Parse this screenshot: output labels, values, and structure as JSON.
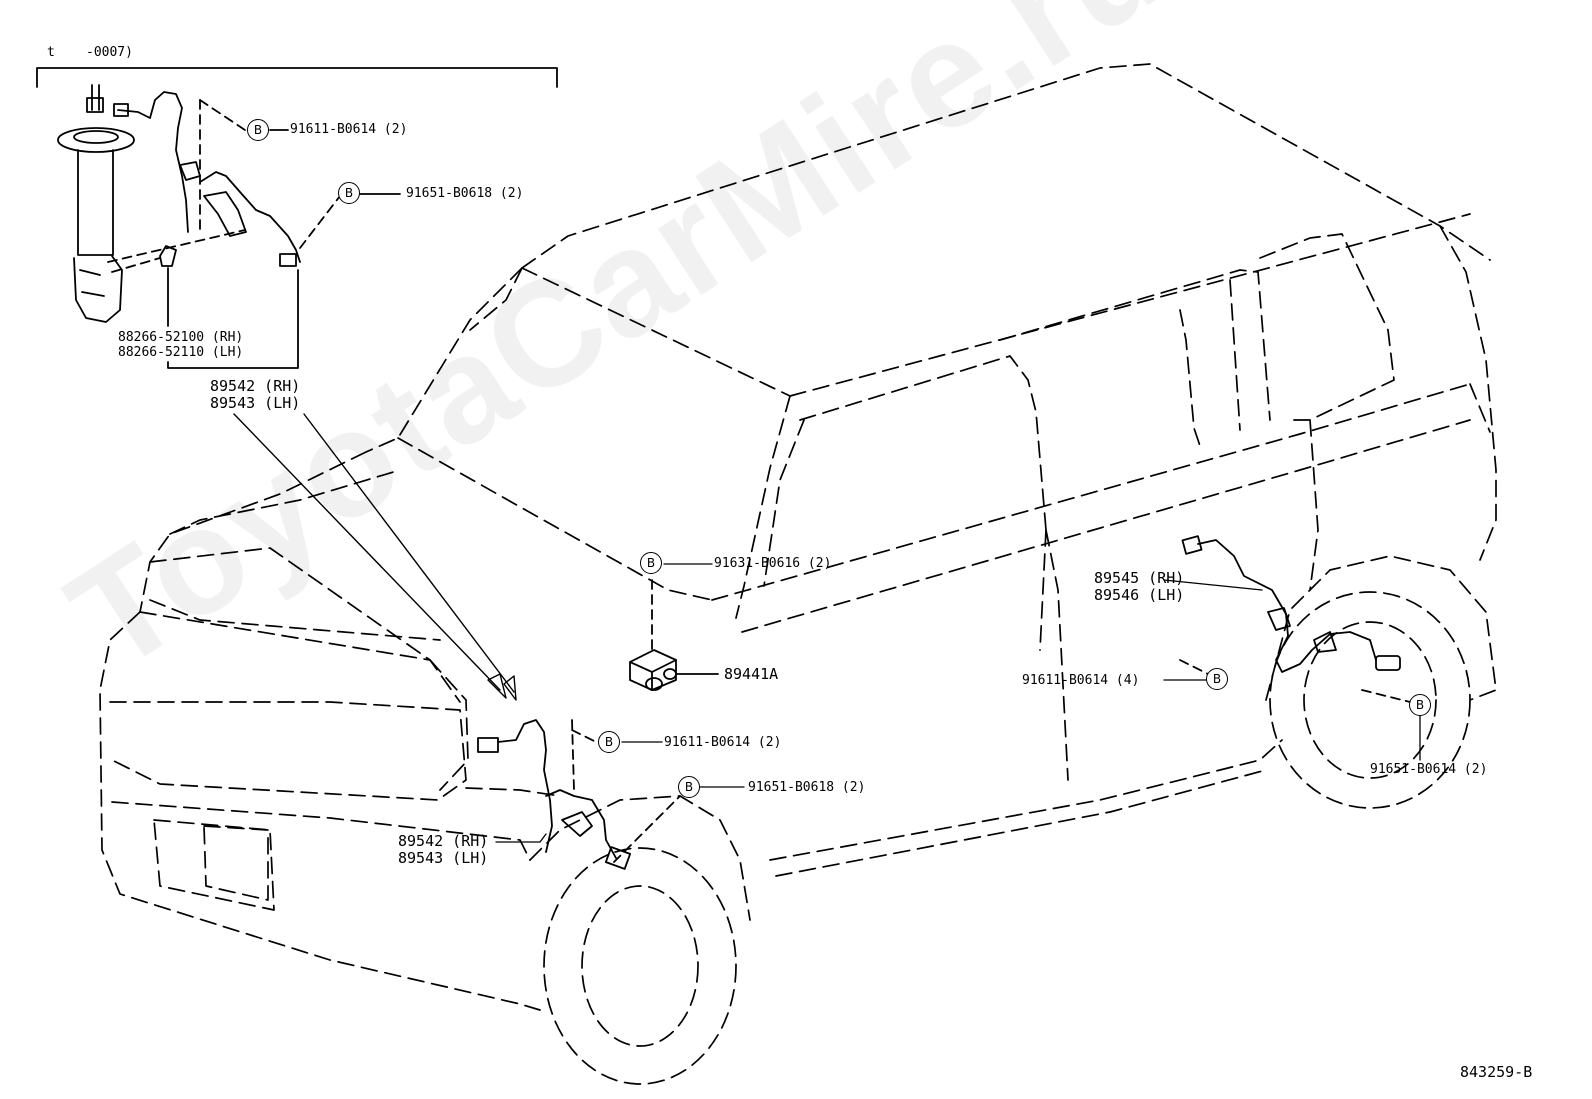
{
  "watermark": "ToyotaCarMire.ru",
  "inset": {
    "header_prefix": "t",
    "header_suffix": "-0007)",
    "parts": {
      "bolt_1": {
        "symbol": "B",
        "part": "91611-B0614 (2)"
      },
      "bolt_2": {
        "symbol": "B",
        "part": "91651-B0618 (2)"
      },
      "clamp_rh": "88266-52100 (RH)",
      "clamp_lh": "88266-52110 (LH)",
      "sensor_rh": "89542 (RH)",
      "sensor_lh": "89543 (LH)"
    }
  },
  "main": {
    "ecu_bolt": {
      "symbol": "B",
      "part": "91631-B0616 (2)"
    },
    "ecu": "89441A",
    "front_bolt_1": {
      "symbol": "B",
      "part": "91611-B0614 (2)"
    },
    "front_bolt_2": {
      "symbol": "B",
      "part": "91651-B0618 (2)"
    },
    "front_sensor_rh": "89542 (RH)",
    "front_sensor_lh": "89543 (LH)",
    "rear_sensor_rh": "89545 (RH)",
    "rear_sensor_lh": "89546 (LH)",
    "rear_bolt_1": {
      "symbol": "B",
      "part": "91611-B0614 (4)"
    },
    "rear_bolt_2": {
      "symbol": "B",
      "part": "91651-B0614 (2)"
    }
  },
  "figure_code": "843259-B"
}
